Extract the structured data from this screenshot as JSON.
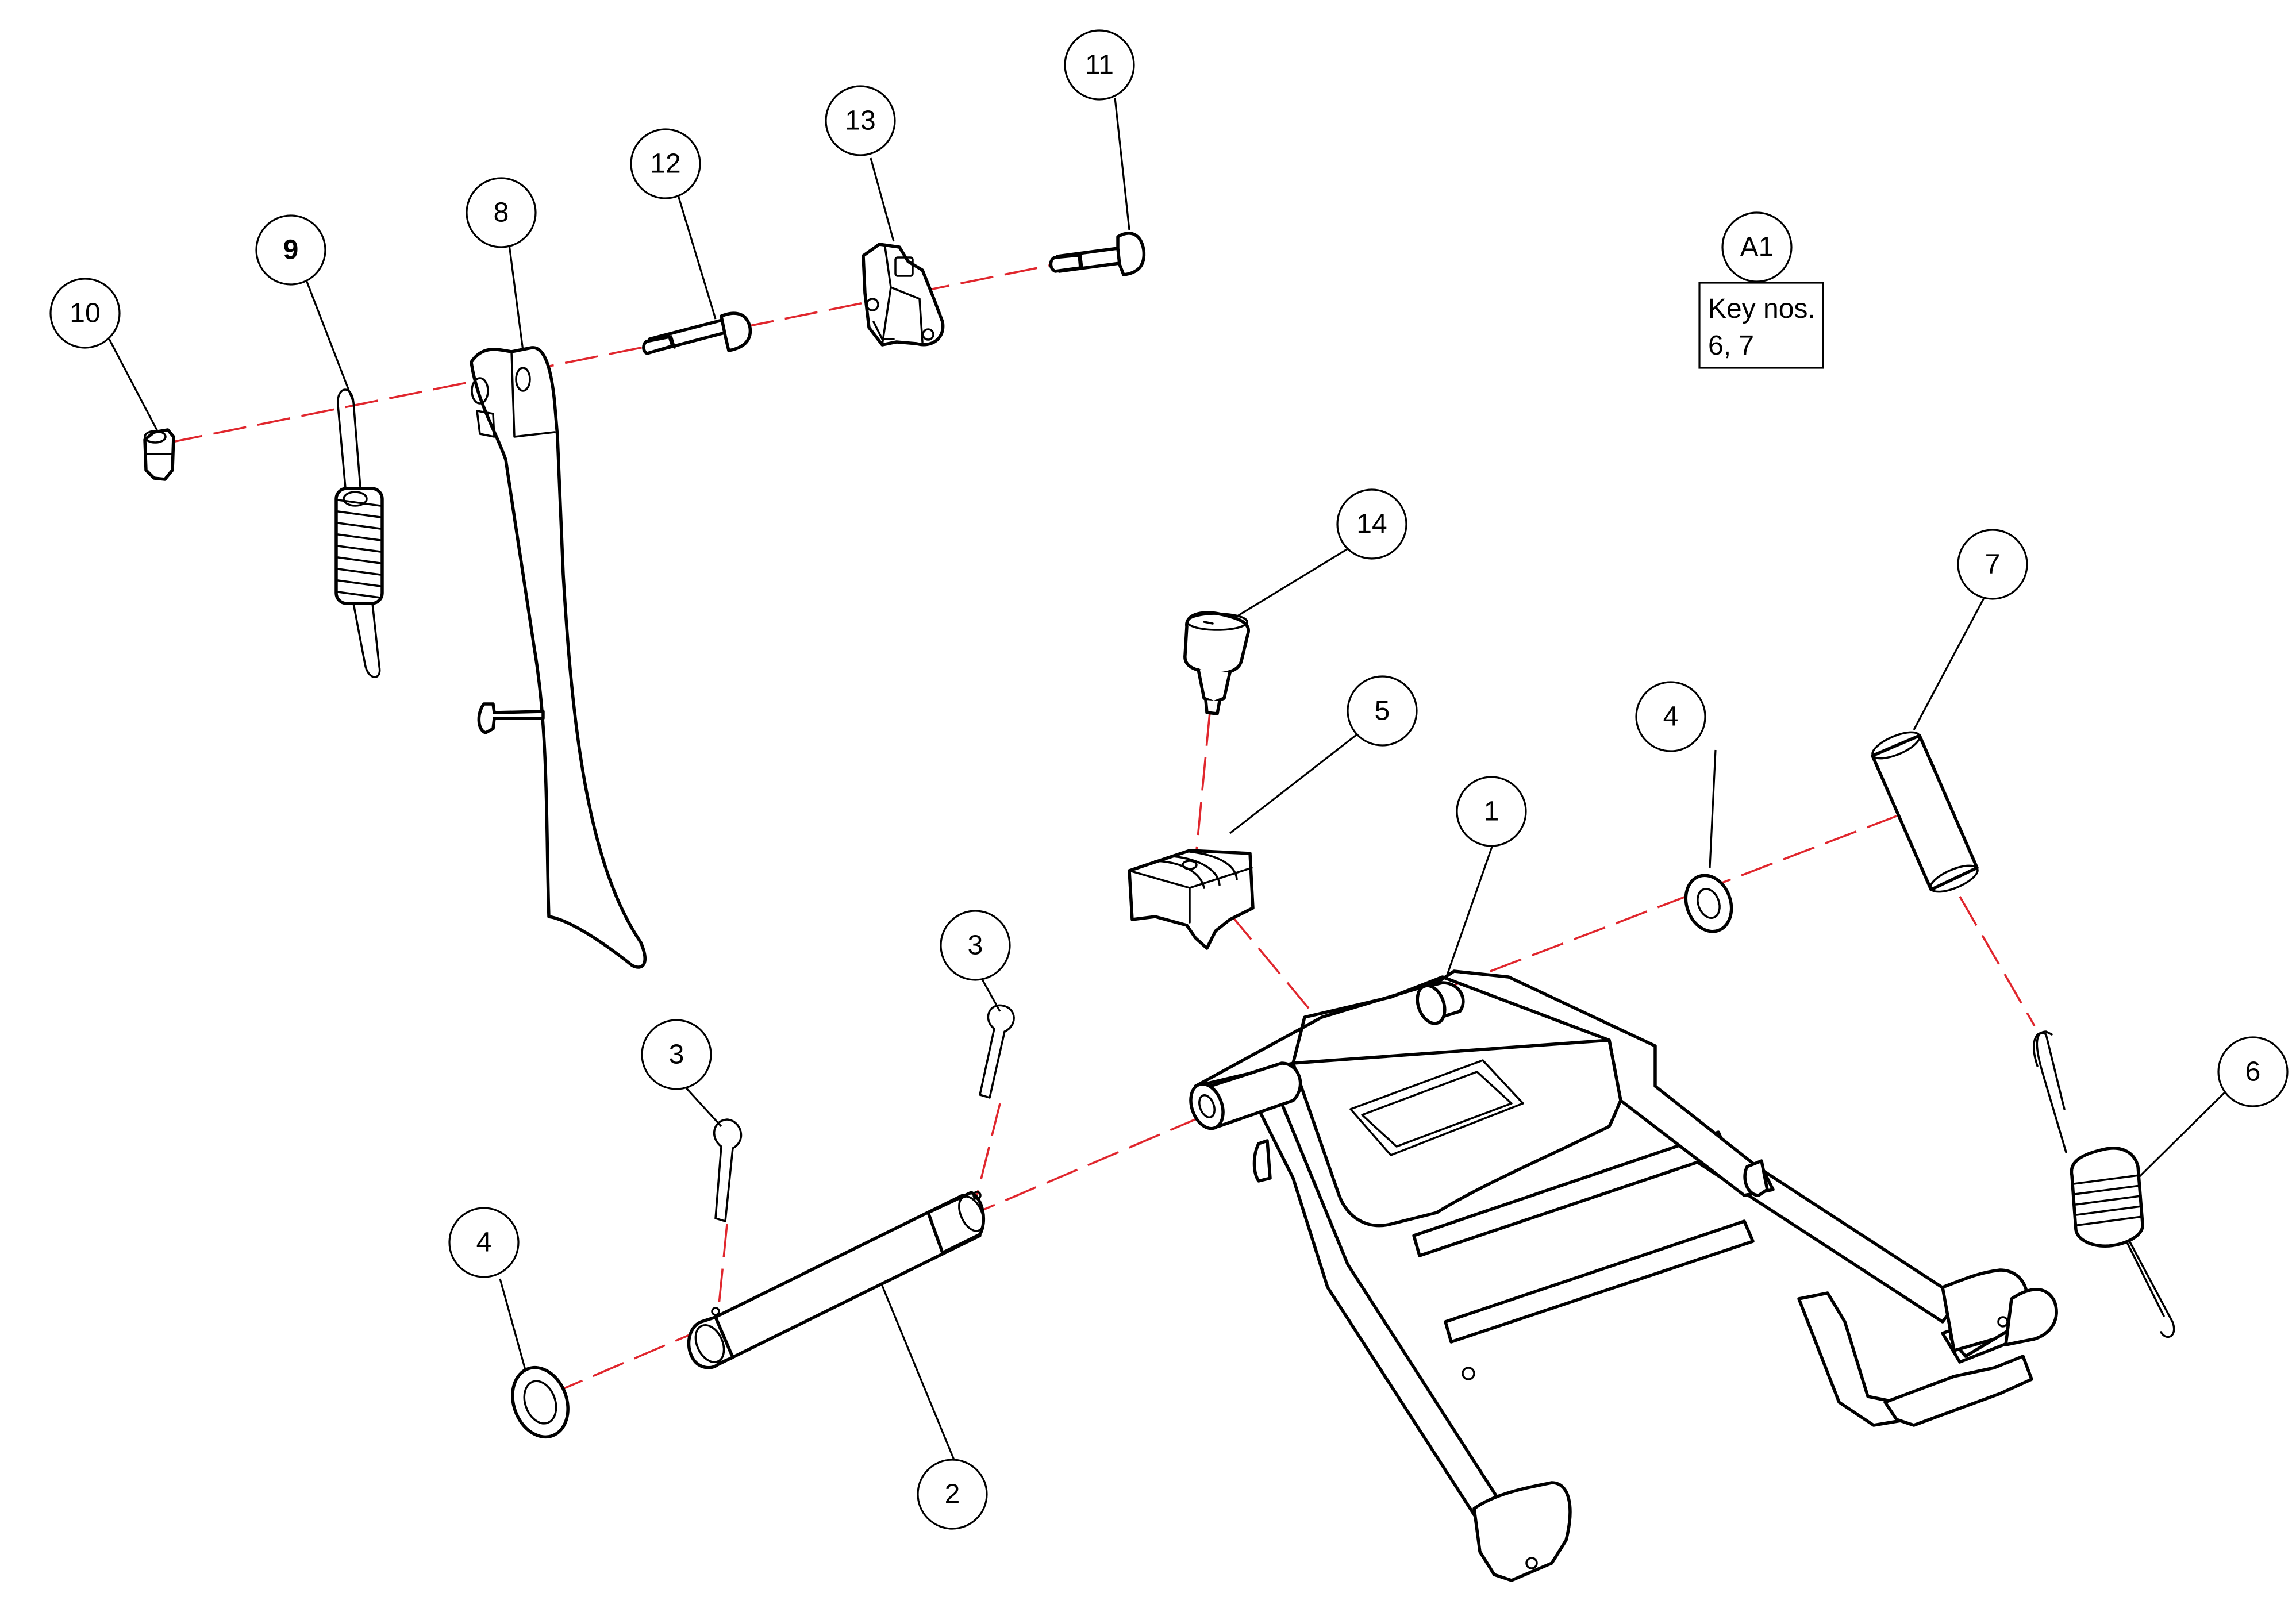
{
  "callouts": {
    "c1": "1",
    "c2": "2",
    "c3a": "3",
    "c3b": "3",
    "c4a": "4",
    "c4b": "4",
    "c5": "5",
    "c6": "6",
    "c7": "7",
    "c8": "8",
    "c9": "9",
    "c10": "10",
    "c11": "11",
    "c12": "12",
    "c13": "13",
    "c14": "14",
    "a1": "A1"
  },
  "note": {
    "line1": "Key nos.",
    "line2": "6, 7"
  },
  "colors": {
    "line": "#000000",
    "axis": "#e0262d",
    "background": "#ffffff"
  }
}
